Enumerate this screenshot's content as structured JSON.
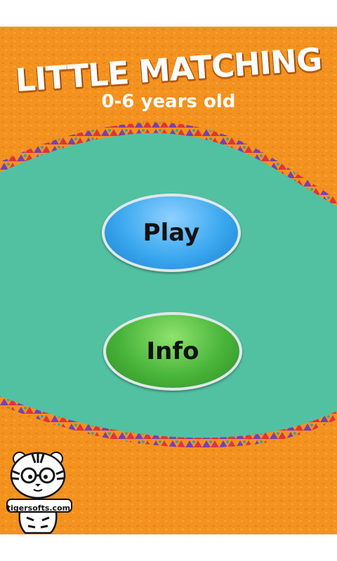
{
  "app": {
    "title": "LITTLE MATCHING",
    "subtitle": "0-6 years old"
  },
  "buttons": {
    "play_label": "Play",
    "info_label": "Info"
  },
  "branding": {
    "logo_text": "tigersofts.com"
  },
  "colors": {
    "background_orange": "#f3921f",
    "field_teal": "#52c1a1",
    "play_blue": "#3aa8ef",
    "info_green": "#49b43a"
  }
}
